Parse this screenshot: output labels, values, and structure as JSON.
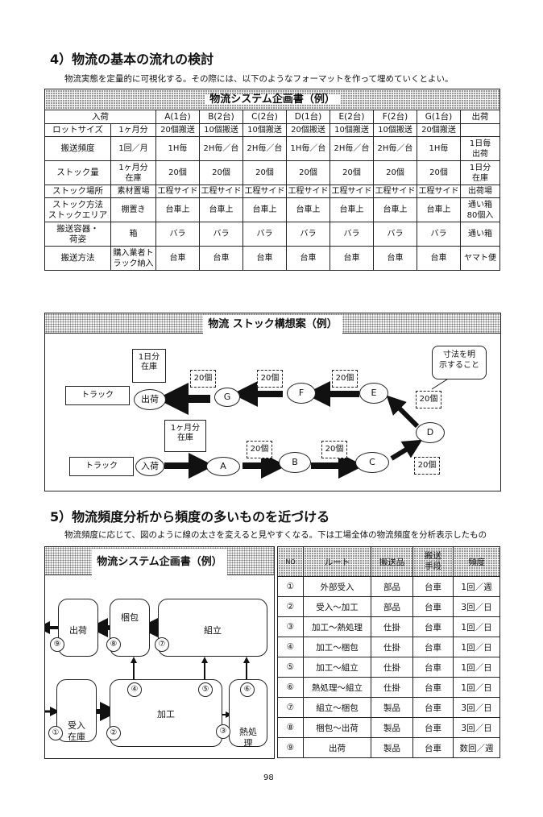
{
  "section4": {
    "heading": "4）物流の基本の流れの検討",
    "desc": "物流実態を定量的に可視化する。その際には、以下のようなフォーマットを作って埋めていくとよい。"
  },
  "plan_table": {
    "title": "物流システム企画書（例）",
    "header": [
      "入荷",
      "A(1台)",
      "B(2台)",
      "C(2台)",
      "D(1台)",
      "E(2台)",
      "F(2台)",
      "G(1台)",
      "出荷"
    ],
    "rows": [
      {
        "label": "ロットサイズ",
        "cells": [
          "1ヶ月分",
          "20個搬送",
          "10個搬送",
          "10個搬送",
          "20個搬送",
          "10個搬送",
          "10個搬送",
          "20個搬送",
          ""
        ]
      },
      {
        "label": "搬送頻度",
        "cells": [
          "1回／月",
          "1H毎",
          "2H毎／台",
          "2H毎／台",
          "1H毎／台",
          "2H毎／台",
          "2H毎／台",
          "1H毎",
          "1日毎\n出荷"
        ]
      },
      {
        "label": "ストック量",
        "cells": [
          "1ヶ月分\n在庫",
          "20個",
          "20個",
          "20個",
          "20個",
          "20個",
          "20個",
          "20個",
          "1日分\n在庫"
        ]
      },
      {
        "label": "ストック場所",
        "cells": [
          "素材置場",
          "工程サイド",
          "工程サイド",
          "工程サイド",
          "工程サイド",
          "工程サイド",
          "工程サイド",
          "工程サイド",
          "出荷場"
        ]
      },
      {
        "label": "ストック方法\nストックエリア",
        "cells": [
          "棚置き",
          "台車上",
          "台車上",
          "台車上",
          "台車上",
          "台車上",
          "台車上",
          "台車上",
          "通い箱\n80個入"
        ]
      },
      {
        "label": "搬送容器・\n荷姿",
        "cells": [
          "箱",
          "バラ",
          "バラ",
          "バラ",
          "バラ",
          "バラ",
          "バラ",
          "バラ",
          "通い箱"
        ]
      },
      {
        "label": "搬送方法",
        "cells": [
          "購入業者トラック納入",
          "台車",
          "台車",
          "台車",
          "台車",
          "台車",
          "台車",
          "台車",
          "ヤマト便"
        ]
      }
    ]
  },
  "stock_plan": {
    "title": "物流 ストック構想案（例）",
    "truck": "トラック",
    "ship": "出荷",
    "receive": "入荷",
    "stock_1day": "1日分\n在庫",
    "stock_1month": "1ヶ月分\n在庫",
    "qty": "20個",
    "nodes": [
      "A",
      "B",
      "C",
      "D",
      "E",
      "F",
      "G"
    ],
    "callout": "寸法を明\n示すること"
  },
  "section5": {
    "heading": "5）物流頻度分析から頻度の多いものを近づける",
    "desc": "物流頻度に応じて、図のように線の太さを変えると見やすくなる。下は工場全体の物流頻度を分析表示したもの"
  },
  "factory": {
    "title": "物流システム企画書（例）",
    "ship": "出荷",
    "pack": "梱包",
    "assemble": "組立",
    "receive": "受入\n在庫",
    "process": "加工",
    "heat": "熱処\n理"
  },
  "freq_table": {
    "headers": [
      "NO",
      "ルート",
      "搬送品",
      "搬送\n手段",
      "頻度"
    ],
    "rows": [
      [
        "①",
        "外部受入",
        "部品",
        "台車",
        "1回／週"
      ],
      [
        "②",
        "受入～加工",
        "部品",
        "台車",
        "3回／日"
      ],
      [
        "③",
        "加工～熱処理",
        "仕掛",
        "台車",
        "1回／日"
      ],
      [
        "④",
        "加工～梱包",
        "仕掛",
        "台車",
        "1回／日"
      ],
      [
        "⑤",
        "加工～組立",
        "仕掛",
        "台車",
        "1回／日"
      ],
      [
        "⑥",
        "熱処理～組立",
        "仕掛",
        "台車",
        "1回／日"
      ],
      [
        "⑦",
        "組立～梱包",
        "製品",
        "台車",
        "3回／日"
      ],
      [
        "⑧",
        "梱包～出荷",
        "製品",
        "台車",
        "3回／日"
      ],
      [
        "⑨",
        "出荷",
        "製品",
        "台車",
        "数回／週"
      ]
    ]
  },
  "page_number": "98"
}
